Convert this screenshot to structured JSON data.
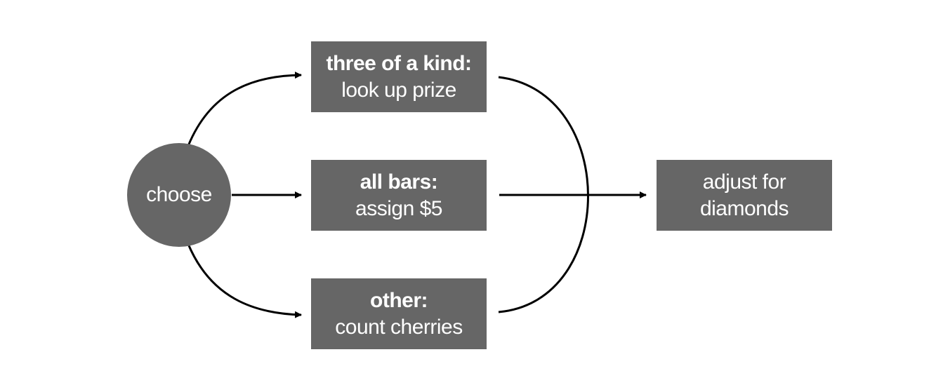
{
  "diagram": {
    "start": {
      "label": "choose"
    },
    "branches": [
      {
        "condition": "three of a kind:",
        "action": "look up prize"
      },
      {
        "condition": "all bars:",
        "action": "assign $5"
      },
      {
        "condition": "other:",
        "action": "count cherries"
      }
    ],
    "end": {
      "line1": "adjust for",
      "line2": "diamonds"
    },
    "colors": {
      "node_fill": "#666666",
      "node_text": "#ffffff",
      "edge": "#000000"
    }
  }
}
